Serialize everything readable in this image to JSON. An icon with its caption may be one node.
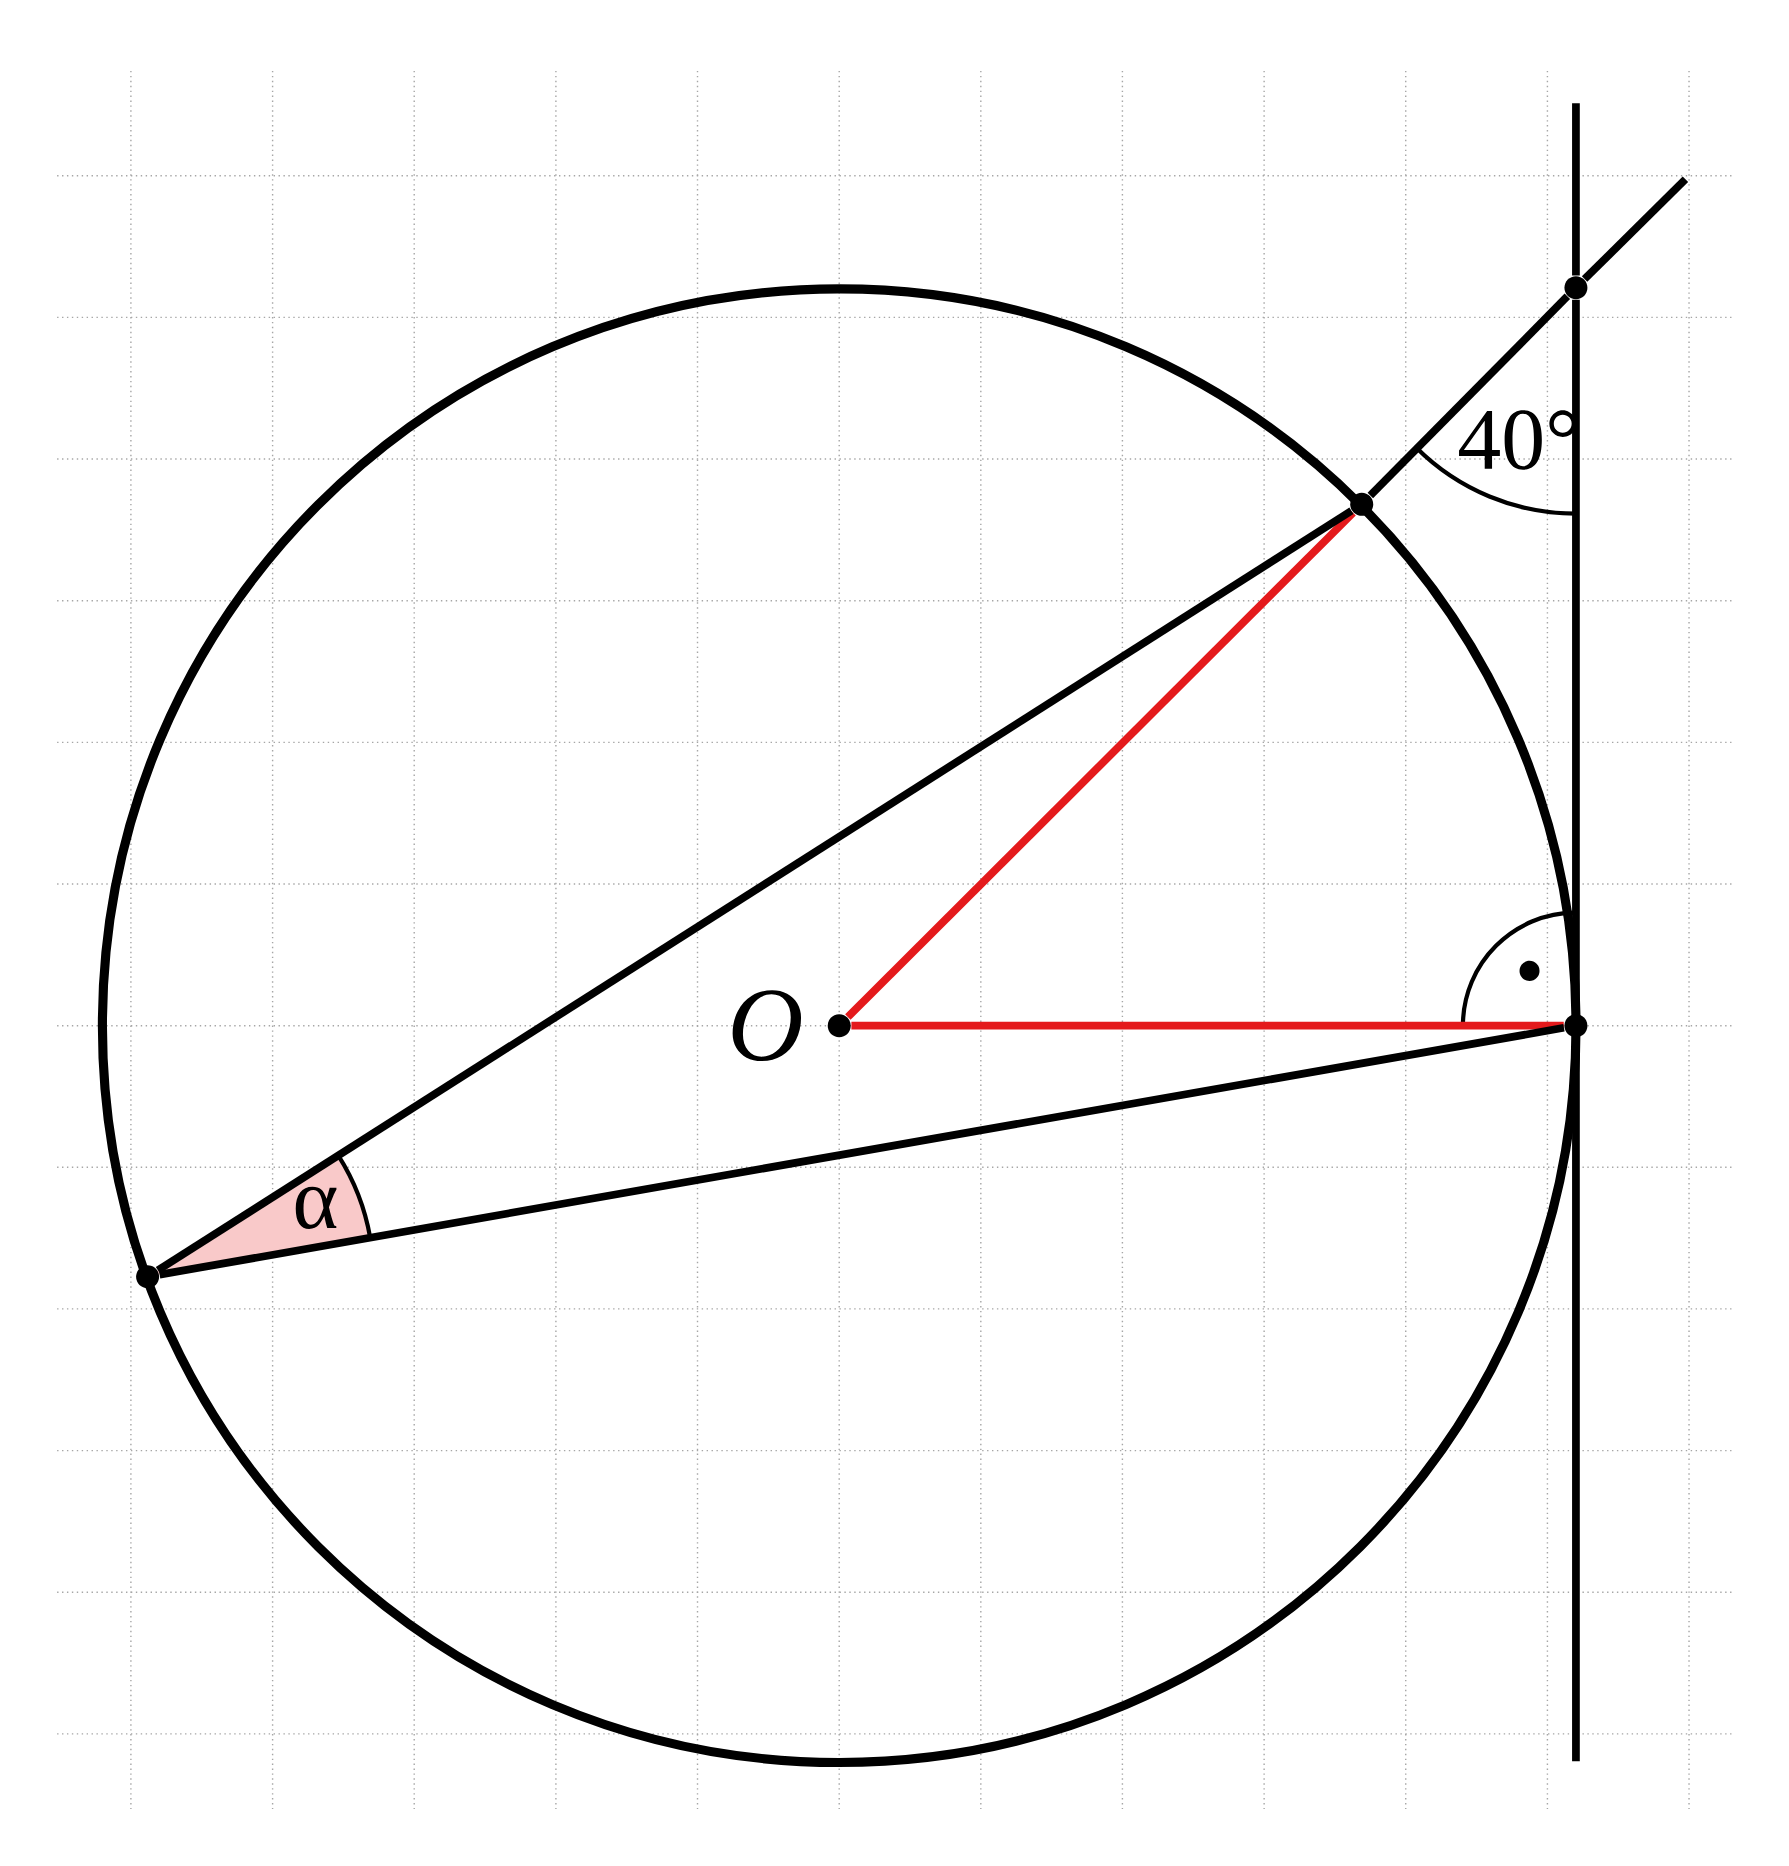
{
  "diagram": {
    "nodes": [
      {
        "text": [],
        "shape": "circle",
        "beside": [
          "O"
        ]
      },
      {
        "text": [],
        "shape": "circle"
      },
      {
        "text": [],
        "shape": "circle"
      },
      {
        "text": [],
        "shape": "circle"
      },
      {
        "text": [],
        "shape": "circle"
      }
    ],
    "edges": [
      {
        "from": 0,
        "to": 1,
        "arrow": "none",
        "color": "#e41a1c"
      },
      {
        "from": 0,
        "to": 3,
        "arrow": "none",
        "color": "#e41a1c"
      },
      {
        "from": 4,
        "to": 1,
        "arrow": "none"
      },
      {
        "from": 4,
        "to": 3,
        "arrow": "none"
      },
      {
        "from": 1,
        "to": 2,
        "arrow": "none"
      },
      {
        "from": 2,
        "to": 3,
        "arrow": "none"
      },
      {
        "from": 2,
        "to": null,
        "arrow": "none"
      },
      {
        "from": null,
        "to": 2,
        "arrow": "none"
      },
      {
        "from": 3,
        "to": null,
        "arrow": "none"
      }
    ],
    "labels": [
      "40°",
      "α"
    ]
  }
}
